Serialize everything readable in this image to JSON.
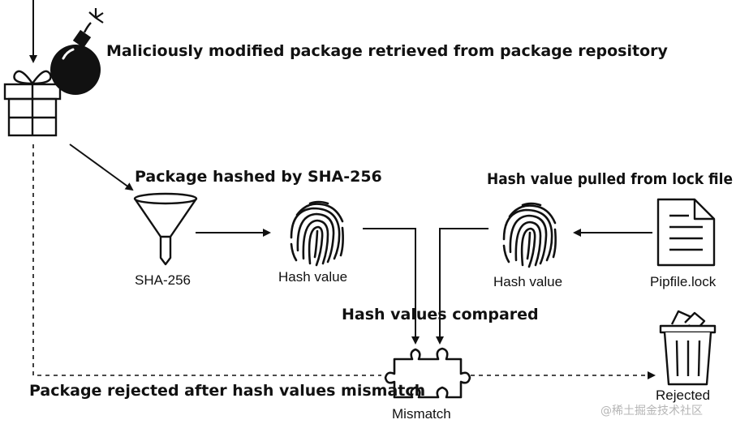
{
  "captions": {
    "retrieved": "Maliciously modified package retrieved from package repository",
    "hashed": "Package hashed by SHA-256",
    "pulled": "Hash value pulled from lock file",
    "compared": "Hash values compared",
    "rejected_after": "Package rejected after hash values mismatch"
  },
  "labels": {
    "sha": "SHA-256",
    "hash_left": "Hash value",
    "hash_right": "Hash value",
    "pipfile": "Pipfile.lock",
    "mismatch": "Mismatch",
    "rejected": "Rejected"
  },
  "watermark": "@稀土掘金技术社区",
  "icons": {
    "bomb": "bomb-icon",
    "package": "gift-box-icon",
    "funnel": "funnel-icon",
    "fingerprint": "fingerprint-icon",
    "document": "document-icon",
    "puzzle": "puzzle-piece-icon",
    "trash": "trash-can-icon"
  },
  "colors": {
    "ink": "#111111",
    "watermark": "#b5b5b5"
  }
}
